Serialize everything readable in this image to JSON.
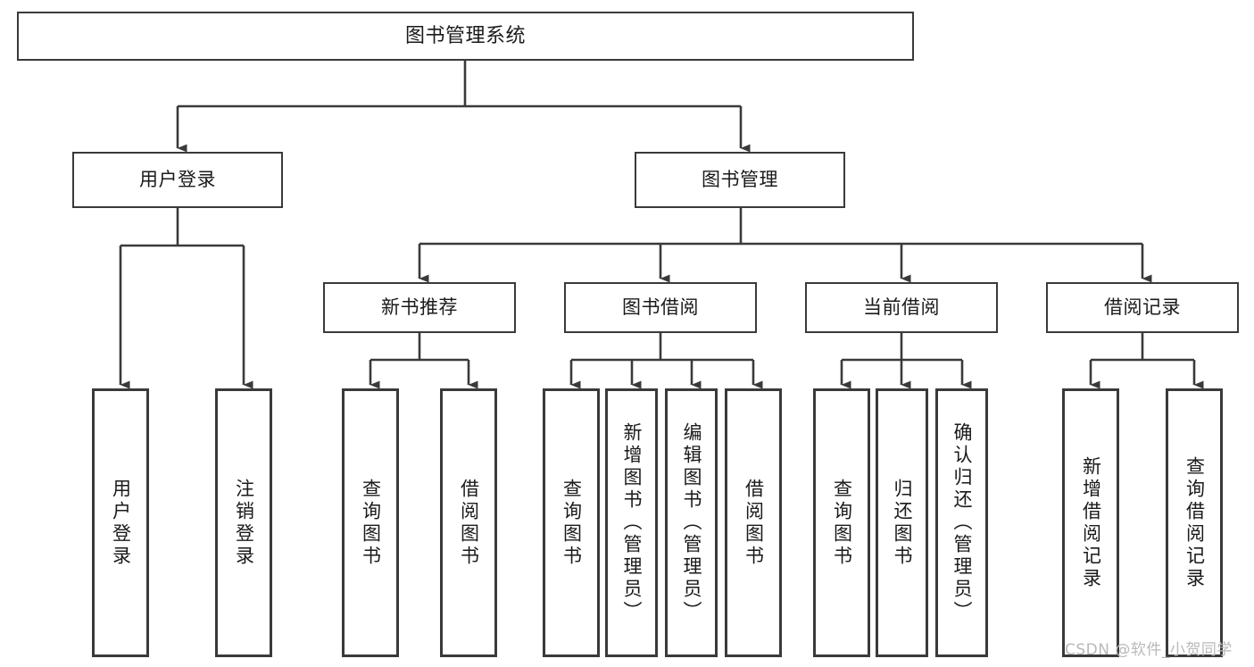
{
  "diagram": {
    "title": "图书管理系统",
    "type": "tree-hierarchy",
    "watermark": "CSDN @软件_小贺同学",
    "stroke_color": "#3a3a3a",
    "text_color": "#1a1a1a",
    "background": "#ffffff"
  },
  "nodes": {
    "root": {
      "label": "图书管理系统"
    },
    "level2": [
      {
        "id": "user-login",
        "label": "用户登录"
      },
      {
        "id": "book-management",
        "label": "图书管理"
      }
    ],
    "level3": [
      {
        "id": "new-book-recommend",
        "label": "新书推荐"
      },
      {
        "id": "book-borrow",
        "label": "图书借阅"
      },
      {
        "id": "current-borrow",
        "label": "当前借阅"
      },
      {
        "id": "borrow-record",
        "label": "借阅记录"
      }
    ],
    "leaves": {
      "user_login": [
        {
          "id": "leaf-user-login",
          "label": "用户登录"
        },
        {
          "id": "leaf-logout-login",
          "label": "注销登录"
        }
      ],
      "new_book_recommend": [
        {
          "id": "leaf-query-book-1",
          "label": "查询图书"
        },
        {
          "id": "leaf-borrow-book-1",
          "label": "借阅图书"
        }
      ],
      "book_borrow": [
        {
          "id": "leaf-query-book-2",
          "label": "查询图书"
        },
        {
          "id": "leaf-add-book",
          "label": "新增图书（管理员）"
        },
        {
          "id": "leaf-edit-book",
          "label": "编辑图书（管理员）"
        },
        {
          "id": "leaf-borrow-book-2",
          "label": "借阅图书"
        }
      ],
      "current_borrow": [
        {
          "id": "leaf-query-book-3",
          "label": "查询图书"
        },
        {
          "id": "leaf-return-book",
          "label": "归还图书"
        },
        {
          "id": "leaf-confirm-return",
          "label": "确认归还（管理员）"
        }
      ],
      "borrow_record": [
        {
          "id": "leaf-add-record",
          "label": "新增借阅记录"
        },
        {
          "id": "leaf-query-record",
          "label": "查询借阅记录"
        }
      ]
    }
  }
}
